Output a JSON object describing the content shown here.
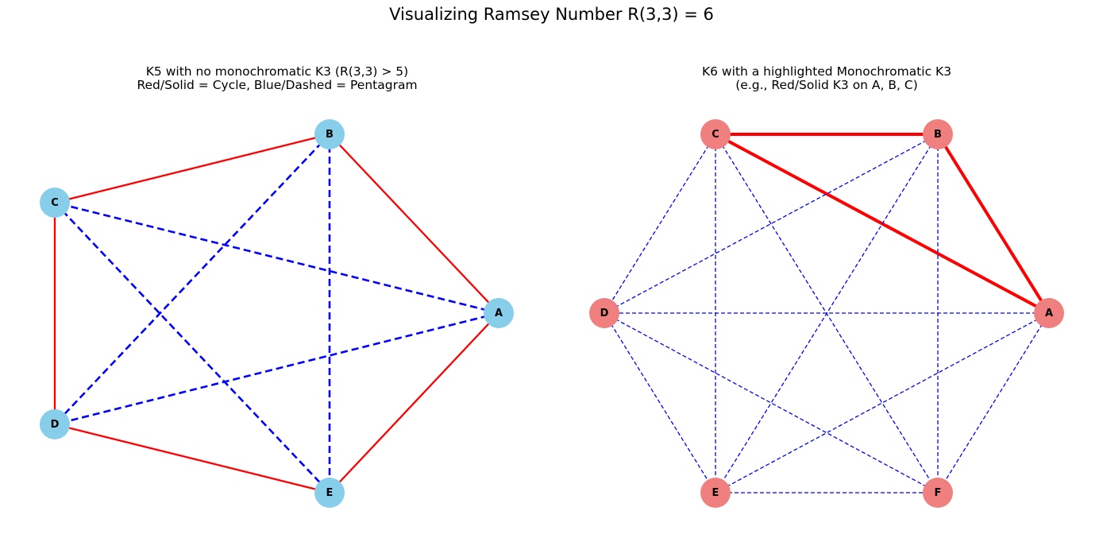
{
  "figure": {
    "suptitle": "Visualizing Ramsey Number R(3,3) = 6"
  },
  "colors": {
    "red": "#ff0000",
    "blue": "#0000ff",
    "k5_node": "#87ceeb",
    "k6_node": "#f08080"
  },
  "k5": {
    "title_line1": "K5 with no monochromatic K3 (R(3,3) > 5)",
    "title_line2": "Red/Solid = Cycle, Blue/Dashed = Pentagram",
    "nodes": [
      "A",
      "B",
      "C",
      "D",
      "E"
    ],
    "edges": [
      {
        "from": "A",
        "to": "B",
        "color": "red",
        "style": "solid"
      },
      {
        "from": "B",
        "to": "C",
        "color": "red",
        "style": "solid"
      },
      {
        "from": "C",
        "to": "D",
        "color": "red",
        "style": "solid"
      },
      {
        "from": "D",
        "to": "E",
        "color": "red",
        "style": "solid"
      },
      {
        "from": "E",
        "to": "A",
        "color": "red",
        "style": "solid"
      },
      {
        "from": "A",
        "to": "C",
        "color": "blue",
        "style": "dashed"
      },
      {
        "from": "A",
        "to": "D",
        "color": "blue",
        "style": "dashed"
      },
      {
        "from": "B",
        "to": "D",
        "color": "blue",
        "style": "dashed"
      },
      {
        "from": "B",
        "to": "E",
        "color": "blue",
        "style": "dashed"
      },
      {
        "from": "C",
        "to": "E",
        "color": "blue",
        "style": "dashed"
      }
    ]
  },
  "k6": {
    "title_line1": "K6 with a highlighted Monochromatic K3",
    "title_line2": "(e.g., Red/Solid K3 on A, B, C)",
    "nodes": [
      "A",
      "B",
      "C",
      "D",
      "E",
      "F"
    ],
    "edges": [
      {
        "from": "A",
        "to": "B",
        "color": "red",
        "style": "solid"
      },
      {
        "from": "B",
        "to": "C",
        "color": "red",
        "style": "solid"
      },
      {
        "from": "A",
        "to": "C",
        "color": "red",
        "style": "solid"
      },
      {
        "from": "A",
        "to": "D",
        "color": "blue",
        "style": "dashed"
      },
      {
        "from": "A",
        "to": "E",
        "color": "blue",
        "style": "dashed"
      },
      {
        "from": "A",
        "to": "F",
        "color": "blue",
        "style": "dashed"
      },
      {
        "from": "B",
        "to": "D",
        "color": "blue",
        "style": "dashed"
      },
      {
        "from": "B",
        "to": "E",
        "color": "blue",
        "style": "dashed"
      },
      {
        "from": "B",
        "to": "F",
        "color": "blue",
        "style": "dashed"
      },
      {
        "from": "C",
        "to": "D",
        "color": "blue",
        "style": "dashed"
      },
      {
        "from": "C",
        "to": "E",
        "color": "blue",
        "style": "dashed"
      },
      {
        "from": "C",
        "to": "F",
        "color": "blue",
        "style": "dashed"
      },
      {
        "from": "D",
        "to": "E",
        "color": "blue",
        "style": "dashed"
      },
      {
        "from": "D",
        "to": "F",
        "color": "blue",
        "style": "dashed"
      },
      {
        "from": "E",
        "to": "F",
        "color": "blue",
        "style": "dashed"
      }
    ]
  }
}
